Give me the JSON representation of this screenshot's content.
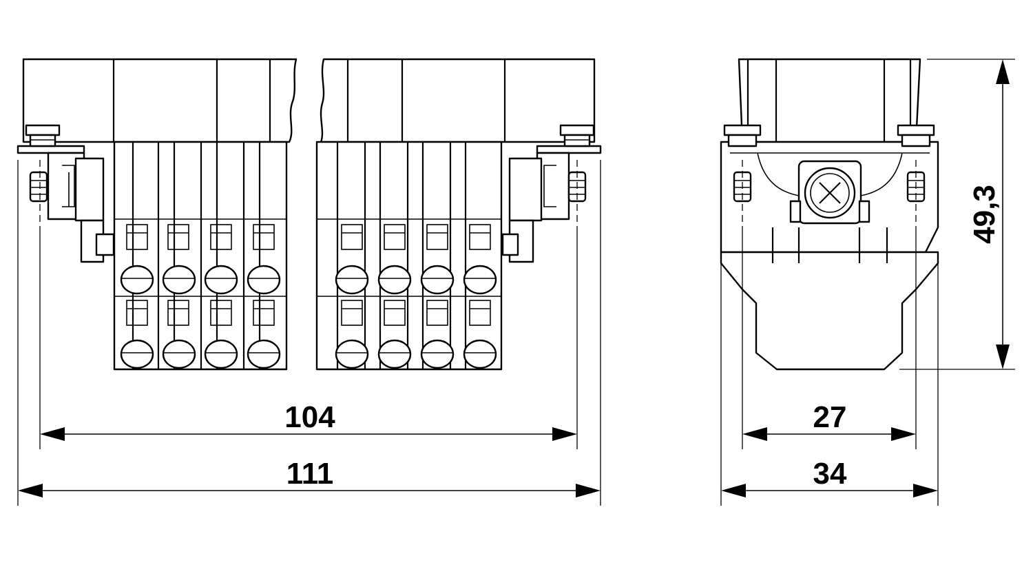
{
  "dimensions": {
    "inner_width": "104",
    "outer_width": "111",
    "side_inner_width": "27",
    "side_outer_width": "34",
    "height": "49,3"
  }
}
